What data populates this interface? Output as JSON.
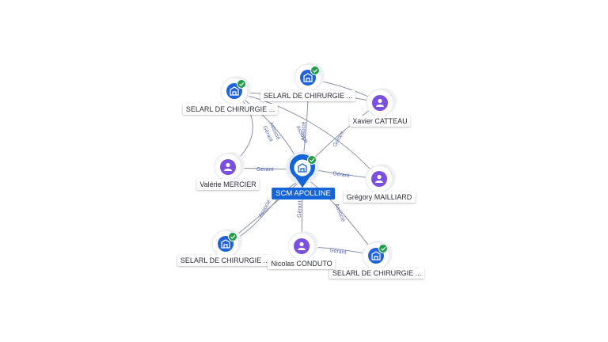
{
  "center": {
    "label": "SCM APOLLINE",
    "verified": true,
    "icon": "building-icon",
    "color": "#1565d8"
  },
  "companies": [
    {
      "id": "c1",
      "label": "SELARL DE CHIRURGIE ...",
      "verified": true,
      "icon": "building-icon"
    },
    {
      "id": "c2",
      "label": "SELARL DE CHIRURGIE ...",
      "verified": true,
      "icon": "building-icon"
    },
    {
      "id": "c3",
      "label": "SELARL DE CHIRURGIE ...",
      "verified": true,
      "icon": "building-icon"
    },
    {
      "id": "c4",
      "label": "SELARL DE CHIRURGIE ...",
      "verified": true,
      "icon": "building-icon"
    }
  ],
  "persons": [
    {
      "id": "p1",
      "label": "Xavier CATTEAU",
      "icon": "person-icon"
    },
    {
      "id": "p2",
      "label": "Valérie MERCIER",
      "icon": "person-icon"
    },
    {
      "id": "p3",
      "label": "Grégory MAILLIARD",
      "icon": "person-icon"
    },
    {
      "id": "p4",
      "label": "Nicolas CONDUTO",
      "icon": "person-icon"
    }
  ],
  "edge_labels": {
    "associe": "Associé",
    "gerant": "Gérant"
  },
  "colors": {
    "company": "#1f63d6",
    "person": "#7b4fe0",
    "verified": "#1e9e4a",
    "edge": "#8a93a8",
    "edge_label": "#5b6bb0"
  }
}
